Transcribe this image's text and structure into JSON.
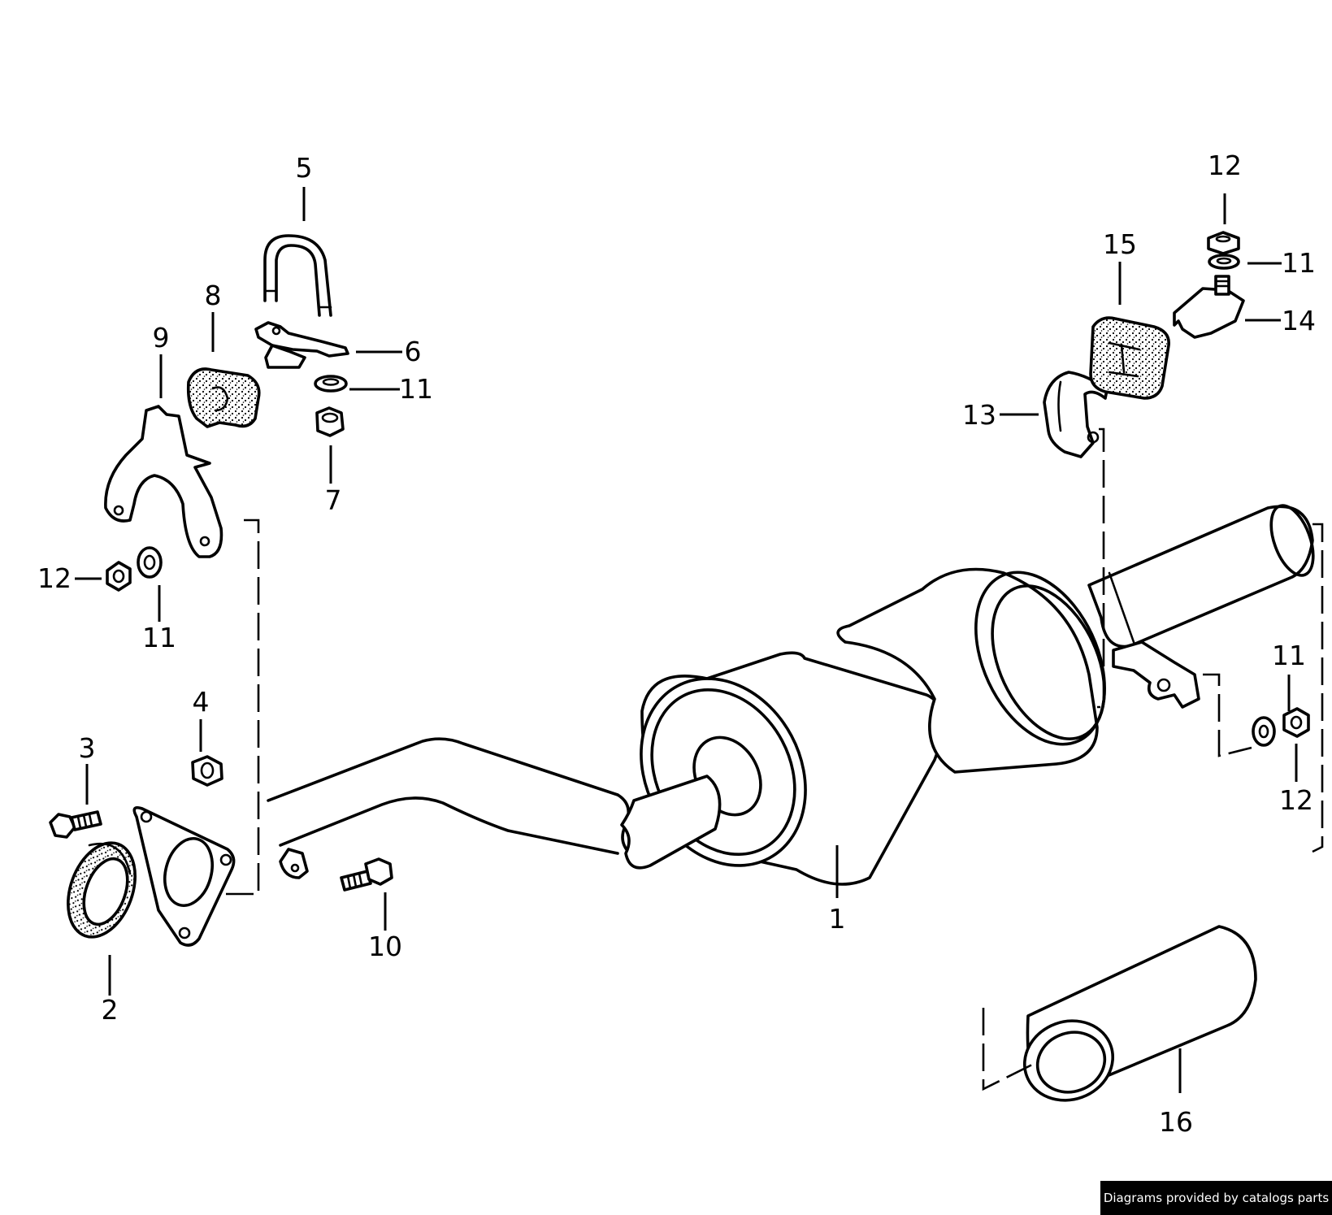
{
  "credit": {
    "text": "Diagrams provided by catalogs parts"
  },
  "labels": {
    "p1": "1",
    "p2": "2",
    "p3": "3",
    "p4": "4",
    "p5": "5",
    "p6": "6",
    "p7": "7",
    "p8": "8",
    "p9": "9",
    "p10": "10",
    "p11a": "11",
    "p11b": "11",
    "p11c": "11",
    "p11d": "11",
    "p12a": "12",
    "p12b": "12",
    "p12c": "12",
    "p13": "13",
    "p14": "14",
    "p15": "15",
    "p16": "16"
  }
}
